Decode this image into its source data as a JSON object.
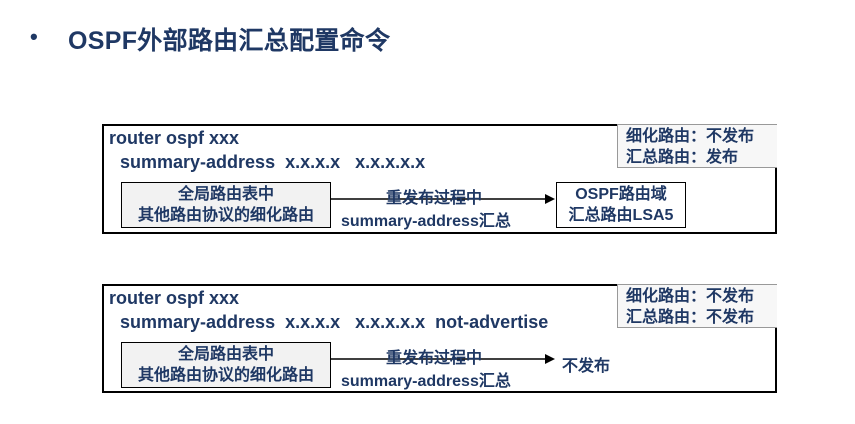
{
  "slide": {
    "bullet": "•",
    "title": "OSPF外部路由汇总配置命令"
  },
  "panels": [
    {
      "cmd_line1": "router ospf xxx",
      "cmd_line2": "summary-address  x.x.x.x   x.x.x.x.x",
      "note_line1": "细化路由：不发布",
      "note_line2": "汇总路由：发布",
      "source_line1": "全局路由表中",
      "source_line2": "其他路由协议的细化路由",
      "arrow_top": "重发布过程中",
      "arrow_bottom": "summary-address汇总",
      "dest_line1": "OSPF路由域",
      "dest_line2": "汇总路由LSA5"
    },
    {
      "cmd_line1": "router ospf xxx",
      "cmd_line2": "summary-address  x.x.x.x   x.x.x.x.x  not-advertise",
      "note_line1": "细化路由：不发布",
      "note_line2": "汇总路由：不发布",
      "source_line1": "全局路由表中",
      "source_line2": "其他路由协议的细化路由",
      "arrow_top": "重发布过程中",
      "arrow_bottom": "summary-address汇总",
      "result": "不发布"
    }
  ],
  "colors": {
    "text": "#1f3864",
    "box_fill": "#f2f2f2",
    "border": "#000000"
  }
}
